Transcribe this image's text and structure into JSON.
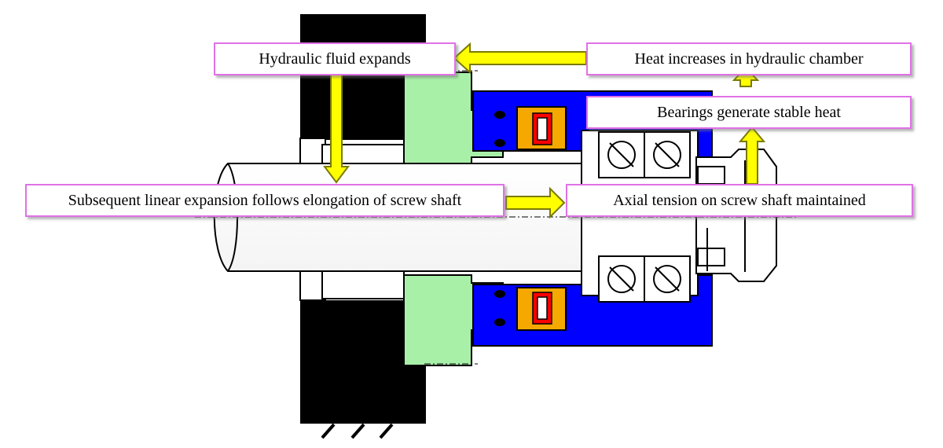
{
  "diagram": {
    "labels": {
      "hydraulic_fluid": "Hydraulic fluid expands",
      "heat_chamber": "Heat increases in hydraulic chamber",
      "bearings_heat": "Bearings generate stable heat",
      "linear_expansion": "Subsequent linear expansion follows elongation of screw shaft",
      "axial_tension": "Axial tension on screw shaft maintained"
    },
    "colors": {
      "label_border": "#e071e6",
      "arrow_fill": "#ffff00",
      "arrow_stroke": "#7a7a00",
      "housing": "#000000",
      "hydraulic_chamber": "#a8f0a8",
      "bearing_housing": "#0000ff",
      "piston": "#f5a800",
      "seal": "#ff0000",
      "shaft": "#ffffff"
    }
  }
}
